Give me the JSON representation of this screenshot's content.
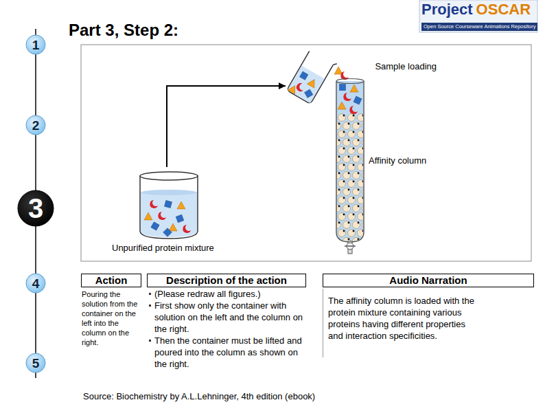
{
  "diagram": {
    "title": "Part 3, Step 2:",
    "nodes": [
      {
        "text": [
          "1"
        ]
      },
      {
        "text": [
          "2"
        ]
      },
      {
        "text": [
          "3"
        ]
      },
      {
        "text": [
          "4"
        ]
      },
      {
        "text": [
          "5"
        ]
      },
      {
        "text": [
          "Sample loading"
        ]
      },
      {
        "text": [
          "Affinity column"
        ]
      },
      {
        "text": [
          "Unpurified protein mixture"
        ]
      }
    ],
    "edges": [
      {
        "from": 7,
        "to": 5,
        "arrow": "to"
      }
    ],
    "labels": [
      "Project",
      "OSCAR",
      "Open Source Courseware Animations Repository",
      "Action",
      "Description of the action",
      "Audio Narration",
      "Pouring the solution from the container on the left into the column on the right.",
      "(Please redraw all figures.)",
      "First show only the container with solution on the left and the column on the right.",
      "Then the container must be lifted and poured into the column as shown on the right.",
      "The affinity column is loaded with the protein mixture containing various proteins having different properties and interaction specificities.",
      "Source: Biochemistry by A.L.Lehninger, 4th edition (ebook)"
    ]
  }
}
